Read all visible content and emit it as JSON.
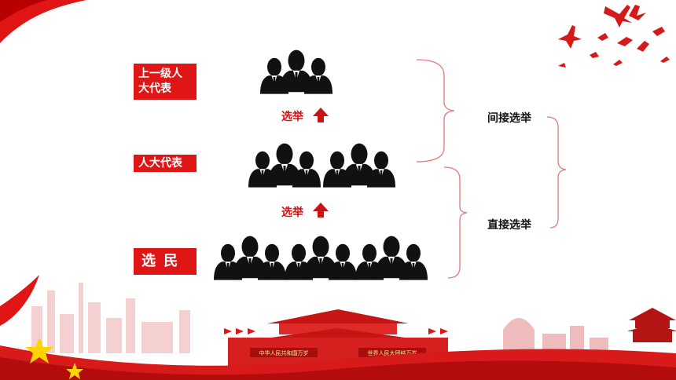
{
  "labels": {
    "upper_rep": "上一级人\n大代表",
    "rep": "人大代表",
    "voters": "选 民"
  },
  "arrows": {
    "elect_upper": "选举",
    "elect_lower": "选举"
  },
  "brackets": {
    "indirect": "间接选举",
    "direct": "直接选举"
  },
  "gate": {
    "left_banner": "中华人民共和国万岁",
    "right_banner": "世界人民大团结万岁"
  },
  "colors": {
    "accent_red": "#e01515",
    "text_red": "#d40f0f",
    "silhouette": "#111111"
  },
  "icons": [
    "person-group-icon",
    "up-arrow-icon",
    "tiananmen-gate-icon",
    "star-icon",
    "dove-icon"
  ]
}
